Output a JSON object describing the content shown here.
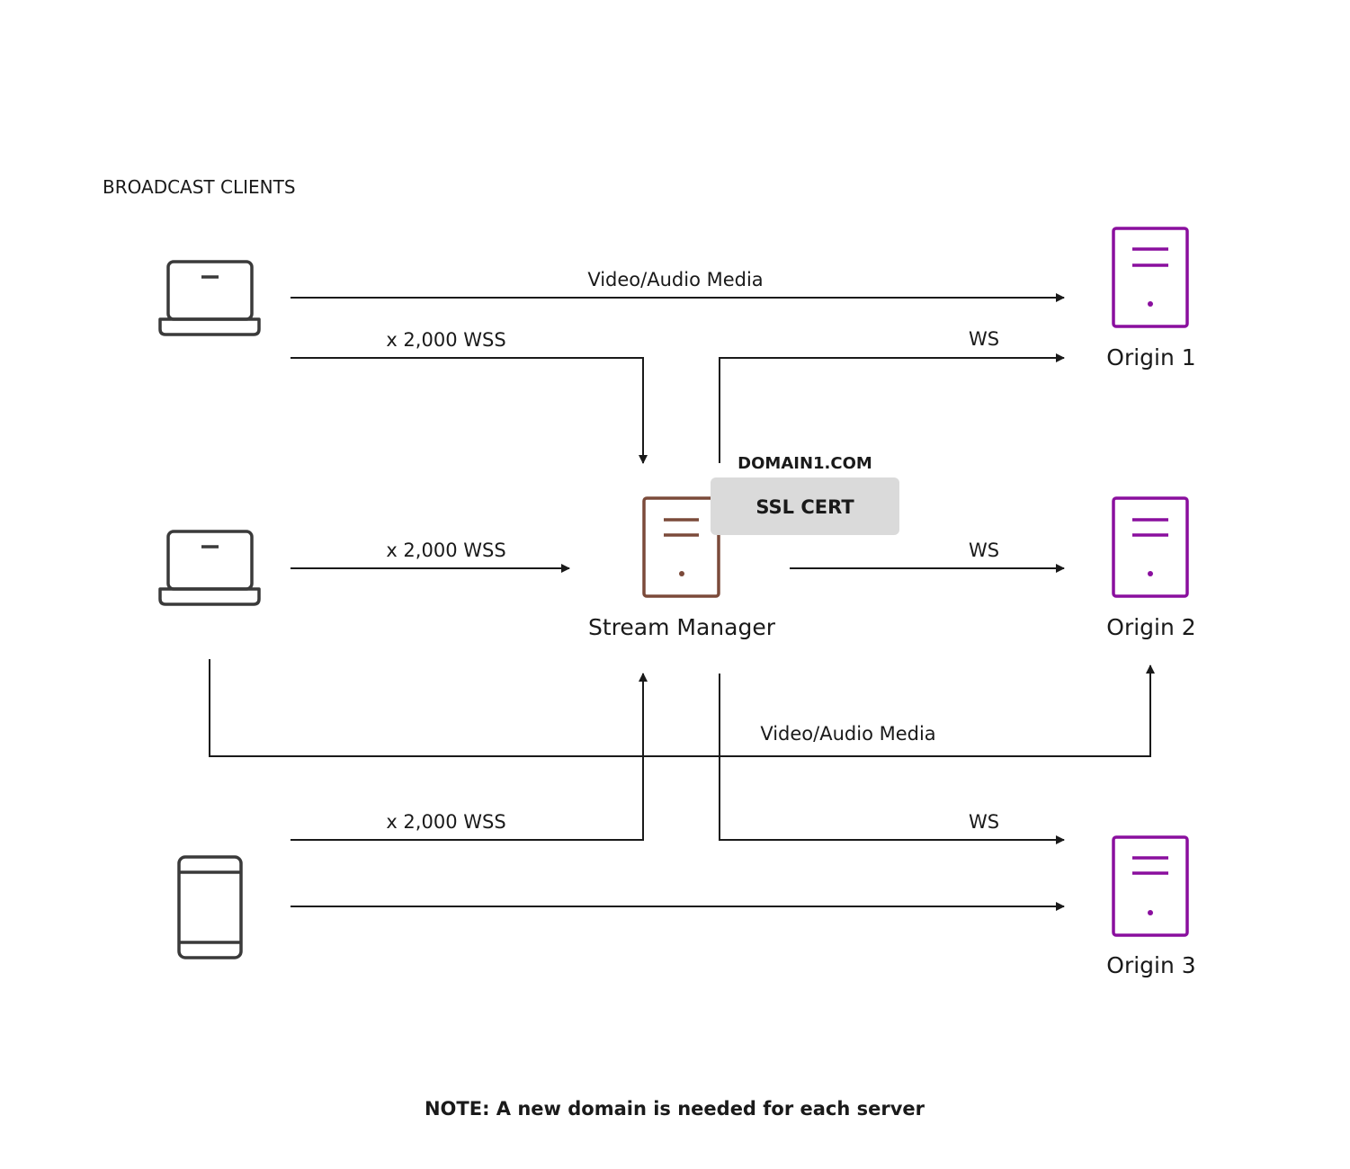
{
  "heading": "BROADCAST CLIENTS",
  "colors": {
    "client": "#3a3a3a",
    "stream_manager": "#7b4a3a",
    "origin": "#8a0f9e",
    "cert_bg": "#dadada",
    "line": "#1a1a1a"
  },
  "nodes": {
    "client_1": {
      "icon": "laptop-icon"
    },
    "client_2": {
      "icon": "laptop-icon"
    },
    "client_3": {
      "icon": "mobile-phone-icon"
    },
    "stream_manager": {
      "label": "Stream Manager",
      "icon": "server-icon"
    },
    "origin_1": {
      "label": "Origin 1",
      "icon": "server-icon"
    },
    "origin_2": {
      "label": "Origin 2",
      "icon": "server-icon"
    },
    "origin_3": {
      "label": "Origin 3",
      "icon": "server-icon"
    }
  },
  "ssl": {
    "domain": "DOMAIN1.COM",
    "cert": "SSL CERT"
  },
  "edges": [
    {
      "from": "client_1",
      "to": "origin_1",
      "label": "Video/Audio Media"
    },
    {
      "from": "client_1",
      "to": "stream_manager",
      "label": "x 2,000 WSS"
    },
    {
      "from": "stream_manager",
      "to": "origin_1",
      "label": "WS"
    },
    {
      "from": "client_2",
      "to": "stream_manager",
      "label": "x 2,000 WSS"
    },
    {
      "from": "stream_manager",
      "to": "origin_2",
      "label": "WS"
    },
    {
      "from": "client_2",
      "to": "origin_2",
      "label": "Video/Audio Media"
    },
    {
      "from": "client_3",
      "to": "stream_manager",
      "label": "x 2,000 WSS"
    },
    {
      "from": "stream_manager",
      "to": "origin_3",
      "label": "WS"
    },
    {
      "from": "client_3",
      "to": "origin_3",
      "label": ""
    }
  ],
  "note": "NOTE: A new domain is needed for each server"
}
